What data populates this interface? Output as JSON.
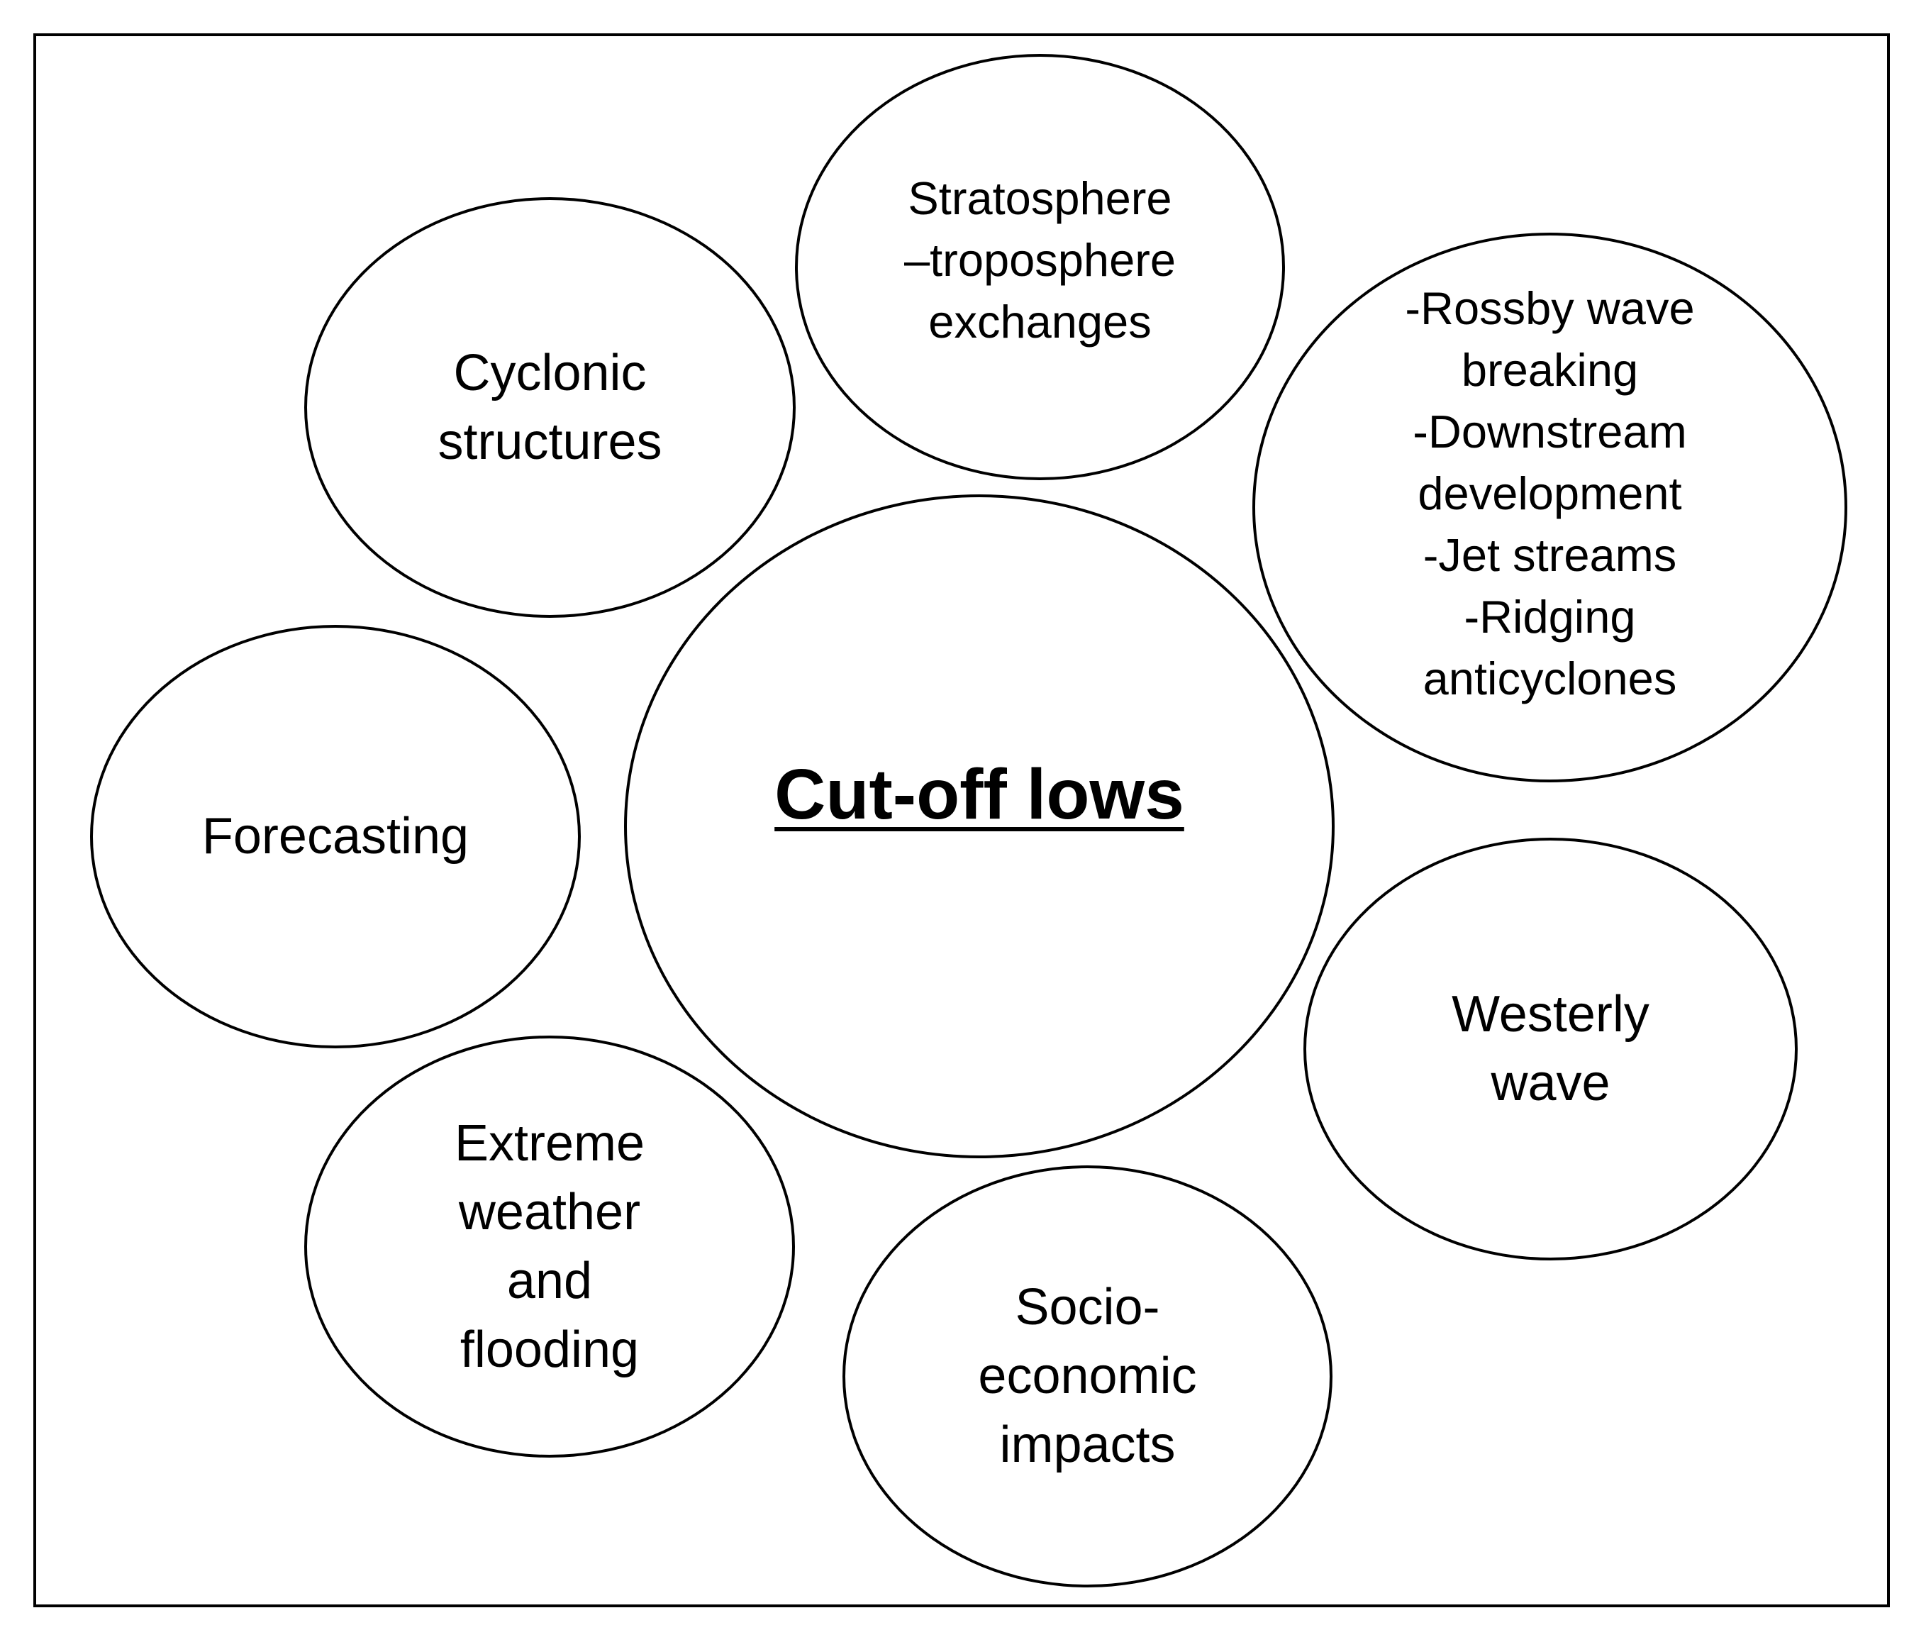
{
  "diagram": {
    "center": {
      "label": "Cut-off lows"
    },
    "topics": {
      "stratosphere": "Stratosphere\n–troposphere\nexchanges",
      "cyclonic": "Cyclonic\nstructures",
      "rossby": "-Rossby wave\nbreaking\n-Downstream\ndevelopment\n-Jet streams\n-Ridging\nanticyclones",
      "forecasting": "Forecasting",
      "westerly": "Westerly\nwave",
      "extreme": "Extreme\nweather\nand\nflooding",
      "socio": "Socio-\neconomic\nimpacts"
    }
  }
}
